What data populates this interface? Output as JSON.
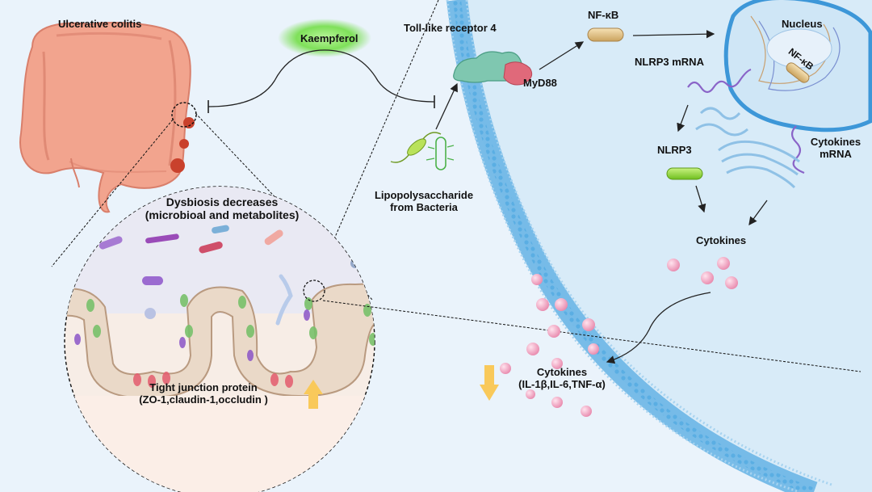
{
  "labels": {
    "ulcerative_colitis": "Ulcerative colitis",
    "kaempferol": "Kaempferol",
    "tlr4": "Toll-like receptor 4",
    "nfkb": "NF-κB",
    "nucleus": "Nucleus",
    "nfkb_nucleus": "NF-κB",
    "nlrp3_mrna": "NLRP3 mRNA",
    "myd88": "MyD88",
    "nlrp3": "NLRP3",
    "cytokines_mrna_line1": "Cytokines",
    "cytokines_mrna_line2": "mRNA",
    "lps_line1": "Lipopolysaccharide",
    "lps_line2": "from Bacteria",
    "cytokines_cell": "Cytokines",
    "dysbiosis_line1": "Dysbiosis decreases",
    "dysbiosis_line2": "(microbioal and metabolites)",
    "tight_junction_line1": "Tight junction protein",
    "tight_junction_line2": "(ZO-1,claudin-1,occludin )",
    "cytokines_out_line1": "Cytokines",
    "cytokines_out_line2": "(IL-1β,IL-6,TNF-α)"
  },
  "colors": {
    "background": "#e8f3fb",
    "cell_interior": "#dcedf8",
    "membrane": "#6bb6e6",
    "colon": "#f0a38c",
    "kaempferol_glow": "#62d94a",
    "cytokine_pink": "#f2a3c2",
    "arrow_yellow": "#f9c95a",
    "nlrp3_green": "#8ed43a",
    "nfkb_tan": "#e8c98a"
  }
}
